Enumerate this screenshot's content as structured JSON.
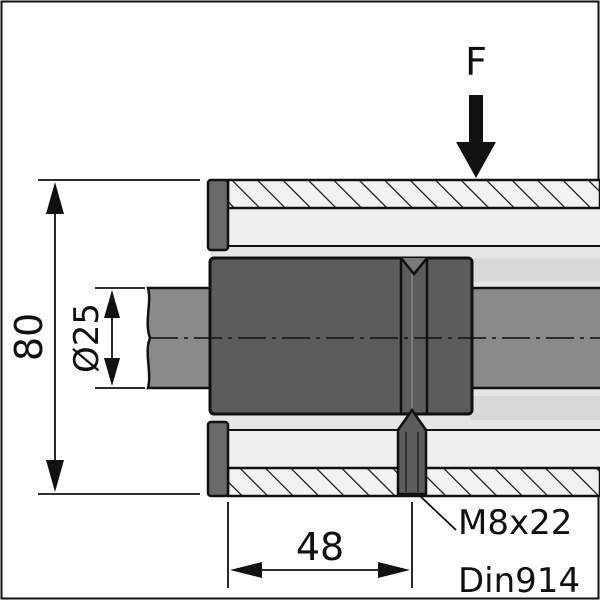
{
  "labels": {
    "force": "F",
    "height": "80",
    "diameter": "Ø25",
    "length": "48",
    "screw_size": "M8x22",
    "screw_standard": "Din914"
  },
  "colors": {
    "line": "#111111",
    "part_dark": "#5c5c5c",
    "shaft": "#8a8a8a",
    "housing_fill": "#f2f2f2",
    "bore": "#e0e0e0",
    "background": "#ffffff"
  }
}
